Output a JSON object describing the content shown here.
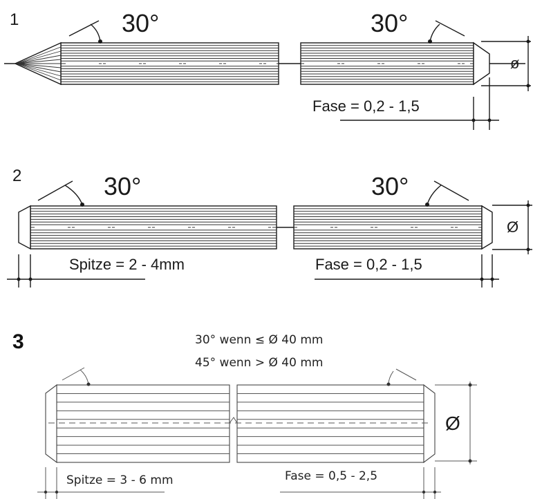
{
  "figures": [
    {
      "number": "1",
      "angle_left": "30°",
      "angle_right": "30°",
      "diameter_symbol": "ø",
      "chamfer_label": "Fase = 0,2 - 1,5"
    },
    {
      "number": "2",
      "angle_left": "30°",
      "angle_right": "30°",
      "diameter_symbol": "Ø",
      "tip_label": "Spitze = 2 - 4mm",
      "chamfer_label": "Fase = 0,2 - 1,5"
    },
    {
      "number": "3",
      "angle_note_1": "30° wenn ≤ Ø 40 mm",
      "angle_note_2": "45° wenn  > Ø 40 mm",
      "diameter_symbol": "Ø",
      "tip_label": "Spitze = 3 - 6 mm",
      "chamfer_label": "Fase = 0,5 - 2,5"
    }
  ]
}
